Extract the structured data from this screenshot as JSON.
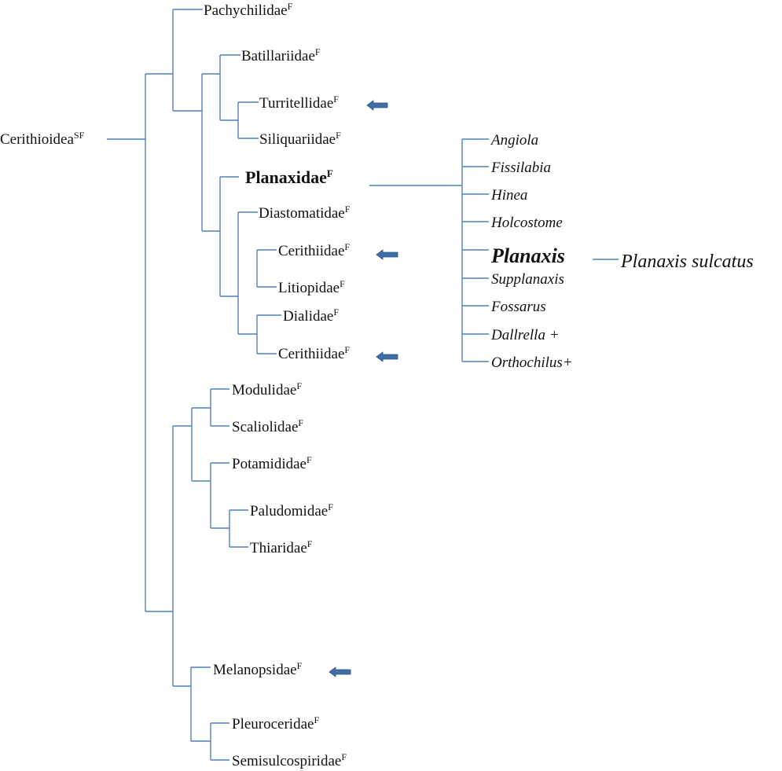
{
  "root": {
    "name": "Cerithioidea",
    "rank": "SF"
  },
  "families": {
    "pachychilidae": {
      "name": "Pachychilidae",
      "rank": "F"
    },
    "batillariidae": {
      "name": "Batillariidae",
      "rank": "F"
    },
    "turritellidae": {
      "name": "Turritellidae",
      "rank": "F"
    },
    "siliquariidae": {
      "name": "Siliquariidae",
      "rank": "F"
    },
    "planaxidae": {
      "name": "Planaxidae",
      "rank": "F"
    },
    "diastomatidae": {
      "name": "Diastomatidae",
      "rank": "F"
    },
    "cerithiidae_1": {
      "name": "Cerithiidae",
      "rank": "F"
    },
    "litiopidae": {
      "name": "Litiopidae",
      "rank": "F"
    },
    "dialidae": {
      "name": "Dialidae",
      "rank": "F"
    },
    "cerithiidae_2": {
      "name": "Cerithiidae",
      "rank": "F"
    },
    "modulidae": {
      "name": "Modulidae",
      "rank": "F"
    },
    "scaliolidae": {
      "name": "Scaliolidae",
      "rank": "F"
    },
    "potamididae": {
      "name": "Potamididae",
      "rank": "F"
    },
    "paludomidae": {
      "name": "Paludomidae",
      "rank": "F"
    },
    "thiaridae": {
      "name": "Thiaridae",
      "rank": "F"
    },
    "melanopsidae": {
      "name": "Melanopsidae",
      "rank": "F"
    },
    "pleuroceridae": {
      "name": "Pleuroceridae",
      "rank": "F"
    },
    "semisulcospiridae": {
      "name": "Semisulcospiridae",
      "rank": "F"
    }
  },
  "genera": {
    "angiola": "Angiola",
    "fissilabia": "Fissilabia",
    "hinea": "Hinea",
    "holcostome": "Holcostome",
    "planaxis": "Planaxis",
    "supplanaxis": "Supplanaxis",
    "fossarus": "Fossarus",
    "dallrella": "Dallrella +",
    "orthochilus": "Orthochilus+"
  },
  "species": "Planaxis sulcatus",
  "colors": {
    "line": "#4f81bd",
    "arrow": "#3f6ea6",
    "text": "#111111"
  },
  "markers": {
    "highlight_icon": "left-arrow-icon"
  }
}
